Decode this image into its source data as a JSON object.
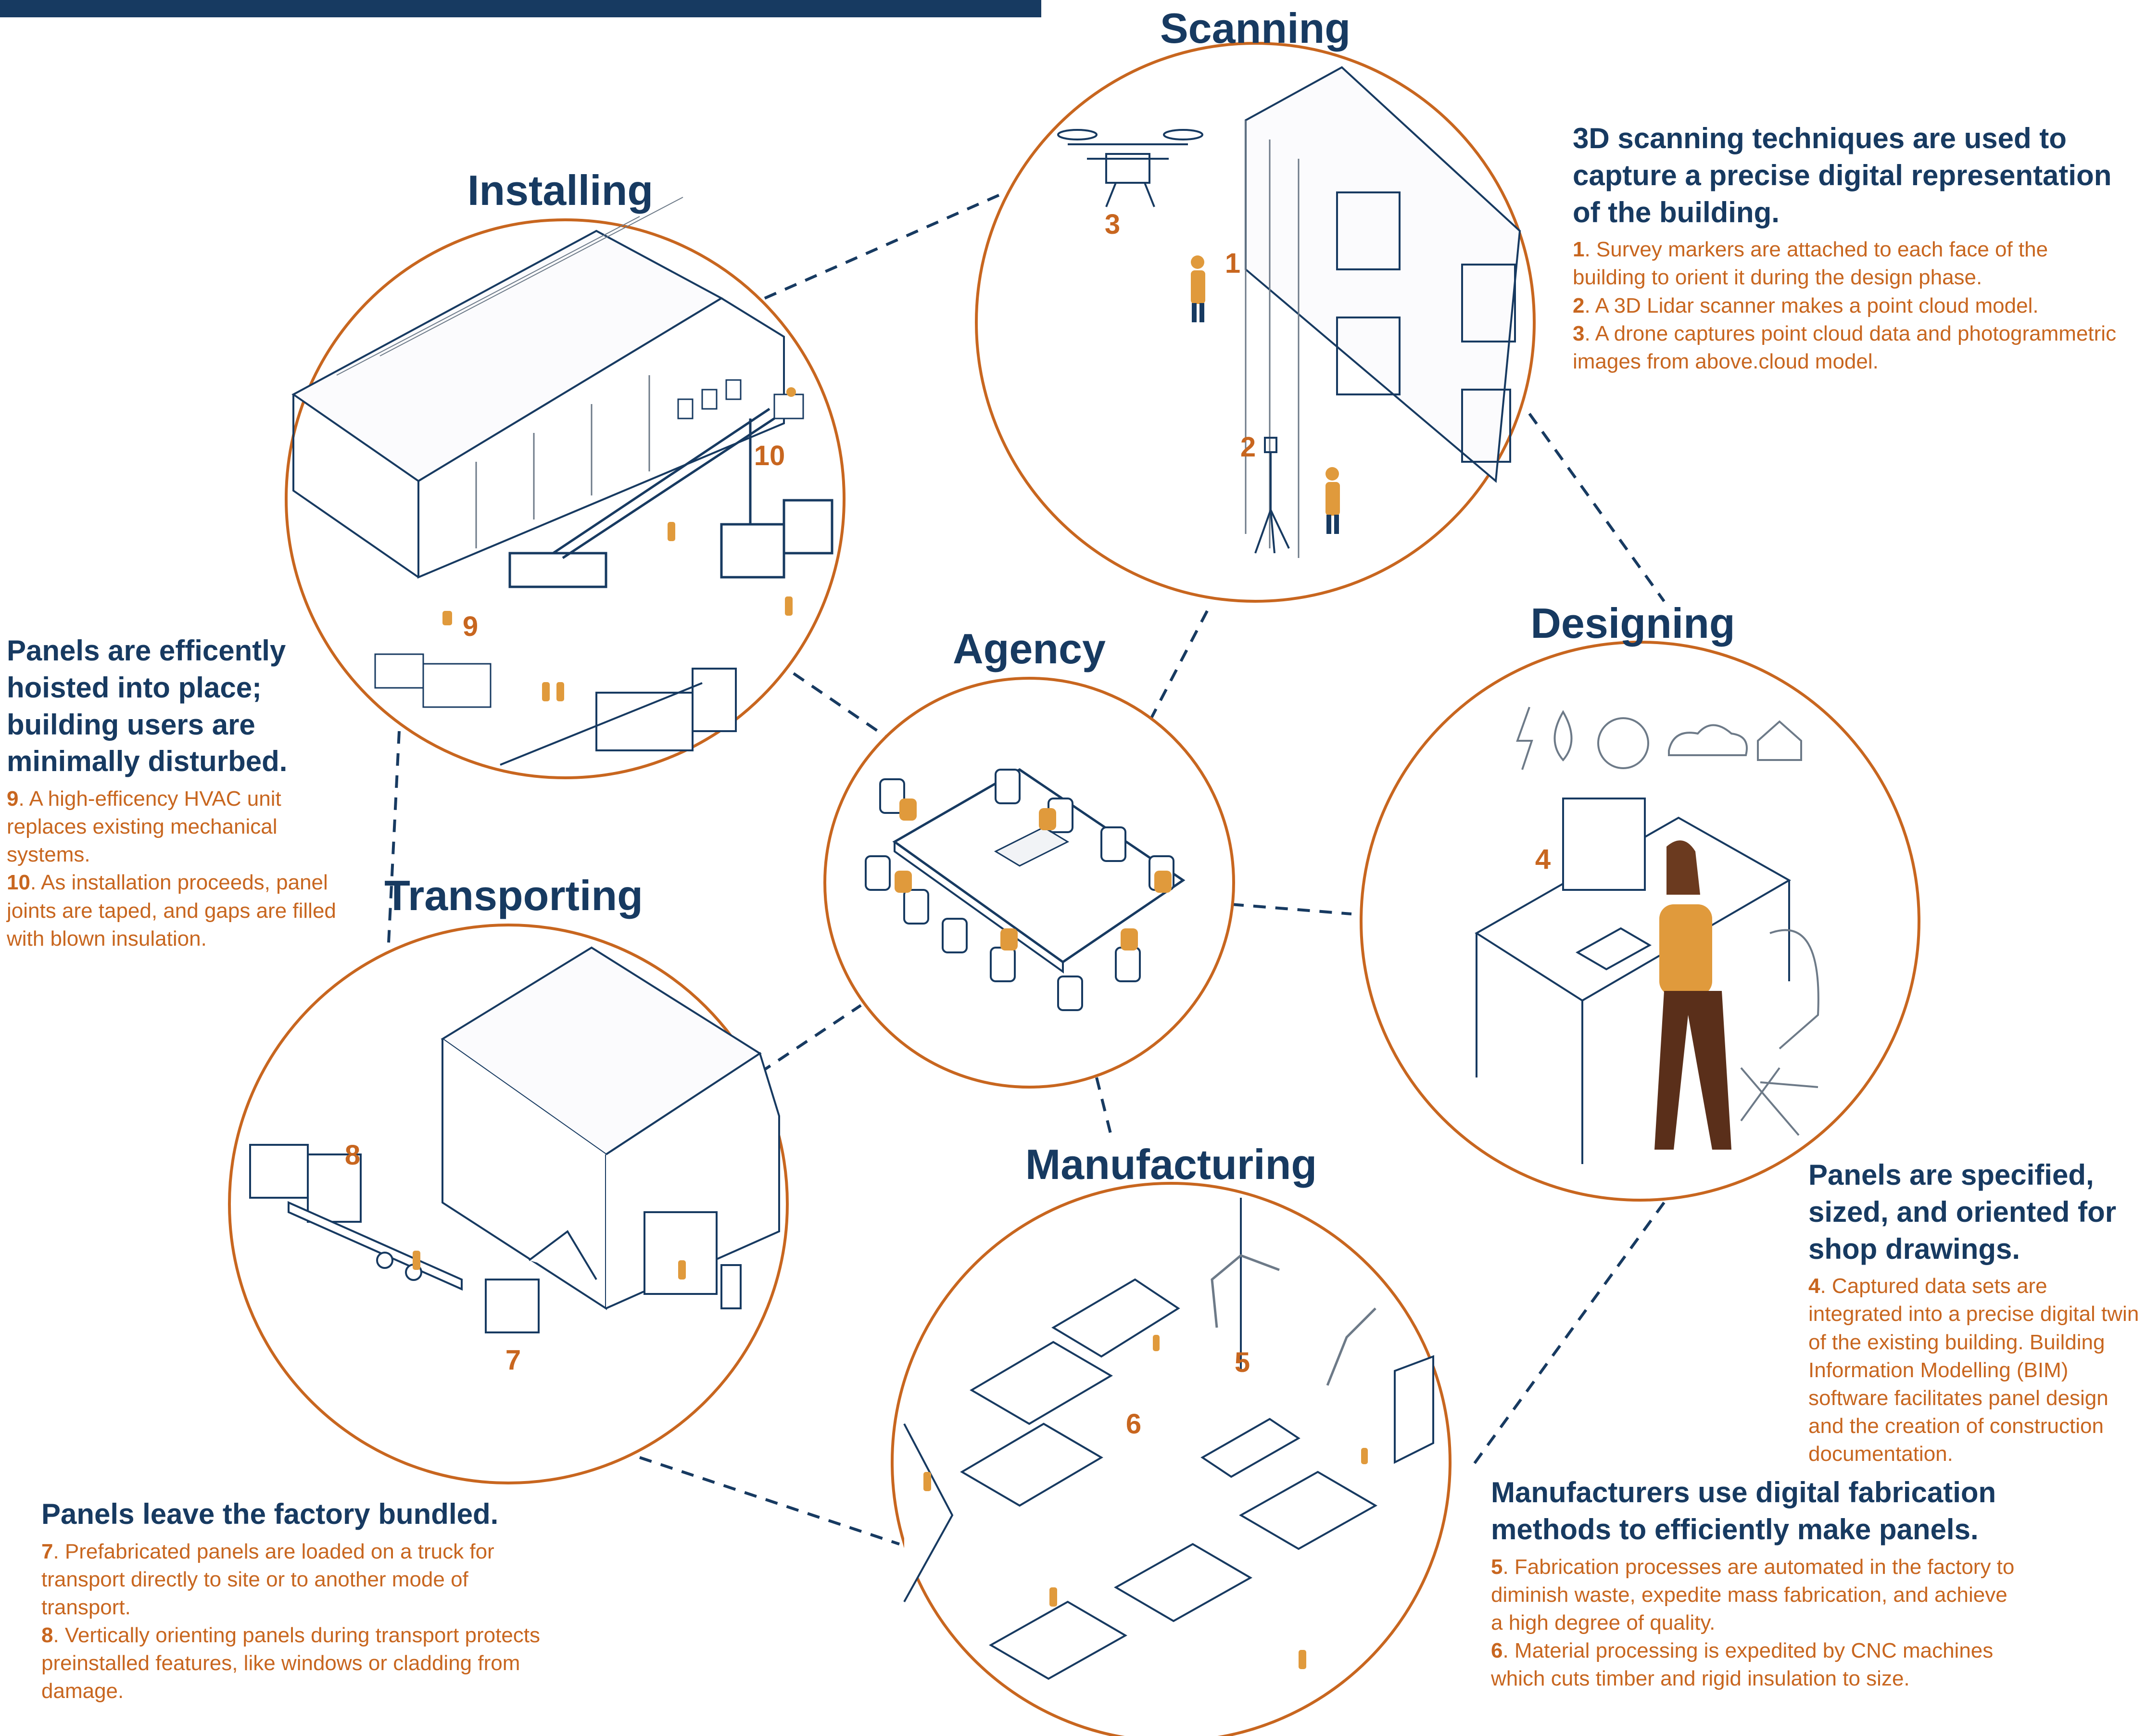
{
  "colors": {
    "navy": "#173a61",
    "orange": "#c8661f",
    "line_gray": "#6d7a88",
    "figure_orange": "#e09a3c"
  },
  "stages": {
    "scanning": {
      "title": "Scanning"
    },
    "installing": {
      "title": "Installing"
    },
    "agency": {
      "title": "Agency"
    },
    "designing": {
      "title": "Designing"
    },
    "transporting": {
      "title": "Transporting"
    },
    "manufacturing": {
      "title": "Manufacturing"
    }
  },
  "numbers": [
    "1",
    "2",
    "3",
    "4",
    "5",
    "6",
    "7",
    "8",
    "9",
    "10"
  ],
  "scanning_text": {
    "heading": "3D scanning techniques are used to capture a precise digital representation of the building.",
    "items": [
      {
        "n": "1",
        "text": ". Survey markers are attached to each face of the building to orient it during the design phase."
      },
      {
        "n": "2",
        "text": ". A 3D Lidar scanner makes a point cloud model."
      },
      {
        "n": "3",
        "text": ". A drone captures point cloud data and photogrammetric images from above.cloud model."
      }
    ]
  },
  "installing_text": {
    "heading": "Panels are efficently hoisted into place; building users are minimally disturbed.",
    "items": [
      {
        "n": "9",
        "text": ". A high-efficency HVAC unit replaces existing mechanical systems."
      },
      {
        "n": "10",
        "text": ". As installation proceeds, panel joints are taped, and gaps are filled with blown insulation."
      }
    ]
  },
  "designing_text": {
    "heading": "Panels are specified, sized, and oriented for shop drawings.",
    "items": [
      {
        "n": "4",
        "text": ". Captured data sets are integrated into a precise digital twin of the existing building. Building Information Modelling (BIM) software facilitates panel design and the creation of construction documentation."
      }
    ]
  },
  "transporting_text": {
    "heading": "Panels leave the factory bundled.",
    "items": [
      {
        "n": "7",
        "text": ". Prefabricated panels are loaded on a truck for transport directly to site or to another mode of transport."
      },
      {
        "n": "8",
        "text": ". Vertically orienting panels during transport protects preinstalled features, like windows or cladding from damage."
      }
    ]
  },
  "manufacturing_text": {
    "heading": "Manufacturers use digital fabrication methods to efficiently make panels.",
    "items": [
      {
        "n": "5",
        "text": ". Fabrication processes are automated in the factory to diminish waste, expedite mass fabrication, and achieve a high degree of quality."
      },
      {
        "n": "6",
        "text": ". Material processing is expedited by CNC machines which cuts timber and rigid insulation to size."
      }
    ]
  }
}
